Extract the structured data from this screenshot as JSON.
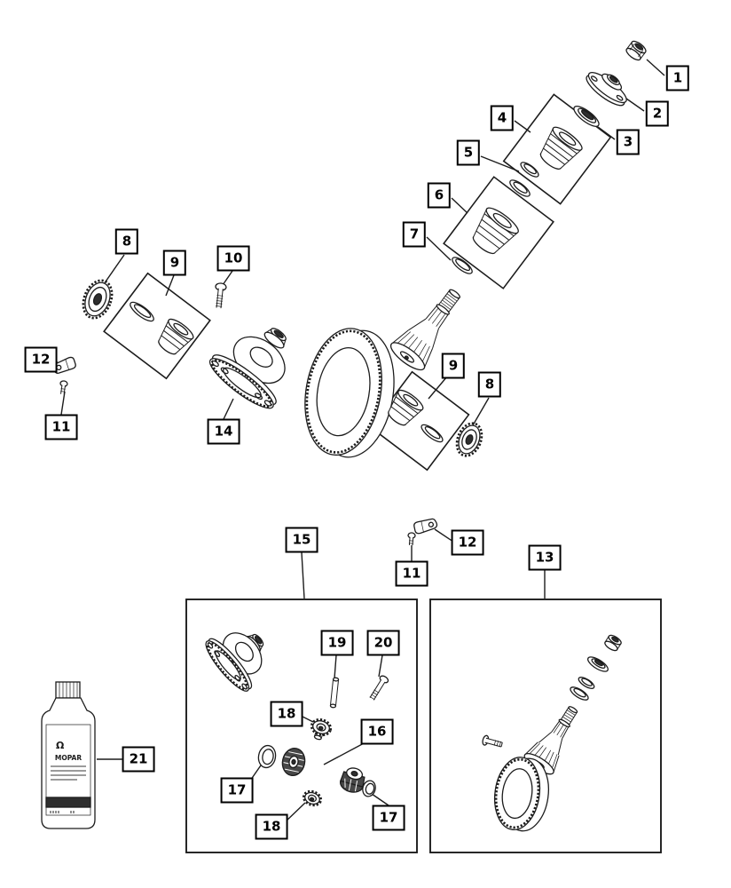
{
  "figure": {
    "background": "#ffffff",
    "line_color": "#1c1c1c"
  },
  "callouts": {
    "1": "1",
    "2": "2",
    "3": "3",
    "4": "4",
    "5": "5",
    "6": "6",
    "7": "7",
    "8": "8",
    "9": "9",
    "10": "10",
    "11": "11",
    "12": "12",
    "13": "13",
    "14": "14",
    "15": "15",
    "16": "16",
    "17": "17",
    "18": "18",
    "19": "19",
    "20": "20",
    "21": "21"
  },
  "bottle": {
    "brand": "MOPAR",
    "logo_glyph": "Ω"
  }
}
